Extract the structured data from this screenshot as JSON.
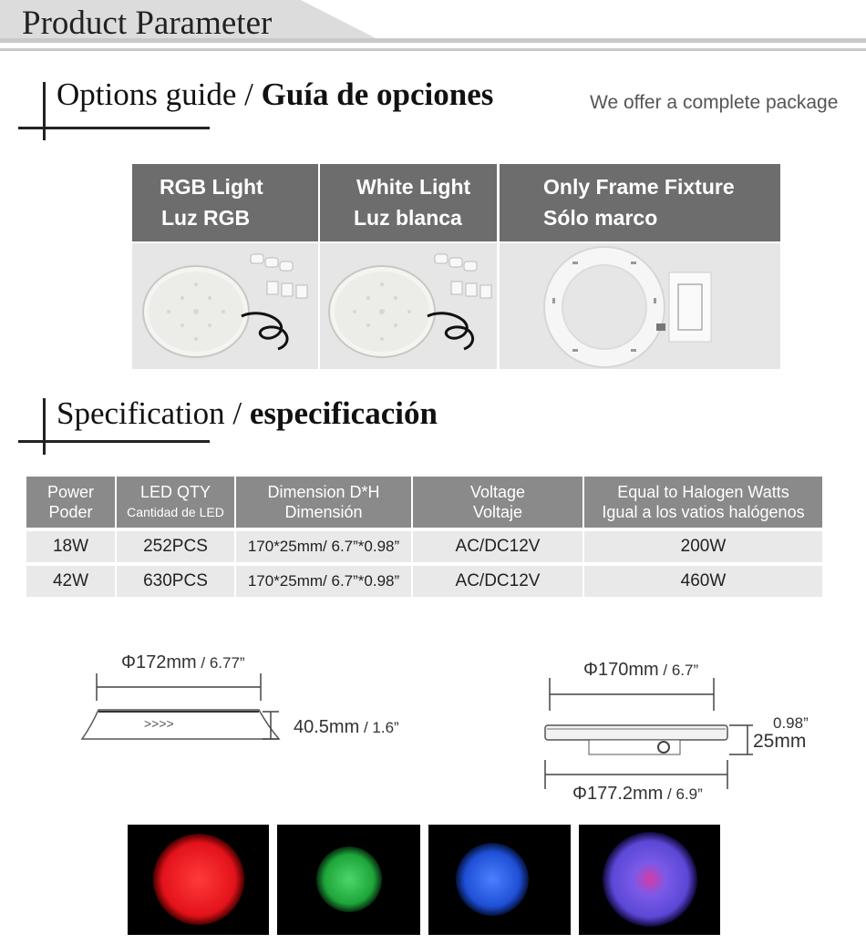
{
  "header": {
    "title": "Product Parameter"
  },
  "options": {
    "title_en": "Options guide",
    "title_sep": " / ",
    "title_es": "Guía de opciones",
    "tagline": "We offer a complete package",
    "columns": [
      {
        "line1": "RGB Light",
        "line2": "Luz RGB"
      },
      {
        "line1": "White Light",
        "line2": "Luz blanca"
      },
      {
        "line1": "Only Frame Fixture",
        "line2": "Sólo marco"
      }
    ]
  },
  "spec": {
    "title_en": "Specification",
    "title_sep": " / ",
    "title_es": "especificación",
    "headers": [
      {
        "line1": "Power",
        "line2": "Poder"
      },
      {
        "line1": "LED QTY",
        "line2": "Cantidad de LED"
      },
      {
        "line1": "Dimension D*H",
        "line2": "Dimensión"
      },
      {
        "line1": "Voltage",
        "line2": "Voltaje"
      },
      {
        "line1": "Equal to Halogen Watts",
        "line2": "Igual a los vatios halógenos"
      }
    ],
    "rows": [
      [
        "18W",
        "252PCS",
        "170*25mm/ 6.7”*0.98”",
        "AC/DC12V",
        "200W"
      ],
      [
        "42W",
        "630PCS",
        "170*25mm/ 6.7”*0.98”",
        "AC/DC12V",
        "460W"
      ]
    ]
  },
  "dimensions": {
    "left_diameter": "Φ172mm",
    "left_diameter_in": " / 6.77”",
    "left_height": "40.5mm",
    "left_height_in": " / 1.6”",
    "right_diameter": "Φ170mm",
    "right_diameter_in": " / 6.7”",
    "right_height_in": "0.98”",
    "right_height": "25mm",
    "right_outer": "Φ177.2mm",
    "right_outer_in": " / 6.9”"
  },
  "colors": {
    "rgb_red": "#e3121a",
    "rgb_green": "#1ea53a",
    "rgb_blue": "#1f4fd6",
    "rgb_purple": "#5b47d6"
  }
}
